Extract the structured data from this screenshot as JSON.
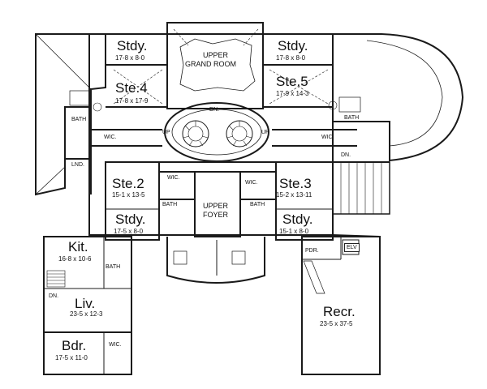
{
  "rooms": {
    "study_nw": {
      "name": "Stdy.",
      "dims": "17-8 x 8-0"
    },
    "study_ne": {
      "name": "Stdy.",
      "dims": "17-8 x 8-0"
    },
    "ste4": {
      "name": "Ste.4",
      "dims": "17-8 x 17-9"
    },
    "ste5": {
      "name": "Ste.5",
      "dims": "17-9 x 14-3"
    },
    "grand_room": {
      "name_line1": "UPPER",
      "name_line2": "GRAND ROOM"
    },
    "ste2": {
      "name": "Ste.2",
      "dims": "15-1 x 13-5"
    },
    "ste3": {
      "name": "Ste.3",
      "dims": "15-2 x 13-11"
    },
    "study_sw": {
      "name": "Stdy.",
      "dims": "17-5 x 8-0"
    },
    "study_se": {
      "name": "Stdy.",
      "dims": "15-1 x 8-0"
    },
    "upper_foyer": {
      "name_line1": "UPPER",
      "name_line2": "FOYER"
    },
    "kitchen": {
      "name": "Kit.",
      "dims": "16-8 x 10-6"
    },
    "living": {
      "name": "Liv.",
      "dims": "23-5 x 12-3"
    },
    "bedroom": {
      "name": "Bdr.",
      "dims": "17-5 x 11-0"
    },
    "recreation": {
      "name": "Recr.",
      "dims": "23-5 x 37-5"
    }
  },
  "labels": {
    "bath": "BATH",
    "wic": "WIC.",
    "dn": "DN.",
    "up": "UP",
    "lnd": "LND.",
    "pdr": "PDR.",
    "elv": "ELV"
  }
}
